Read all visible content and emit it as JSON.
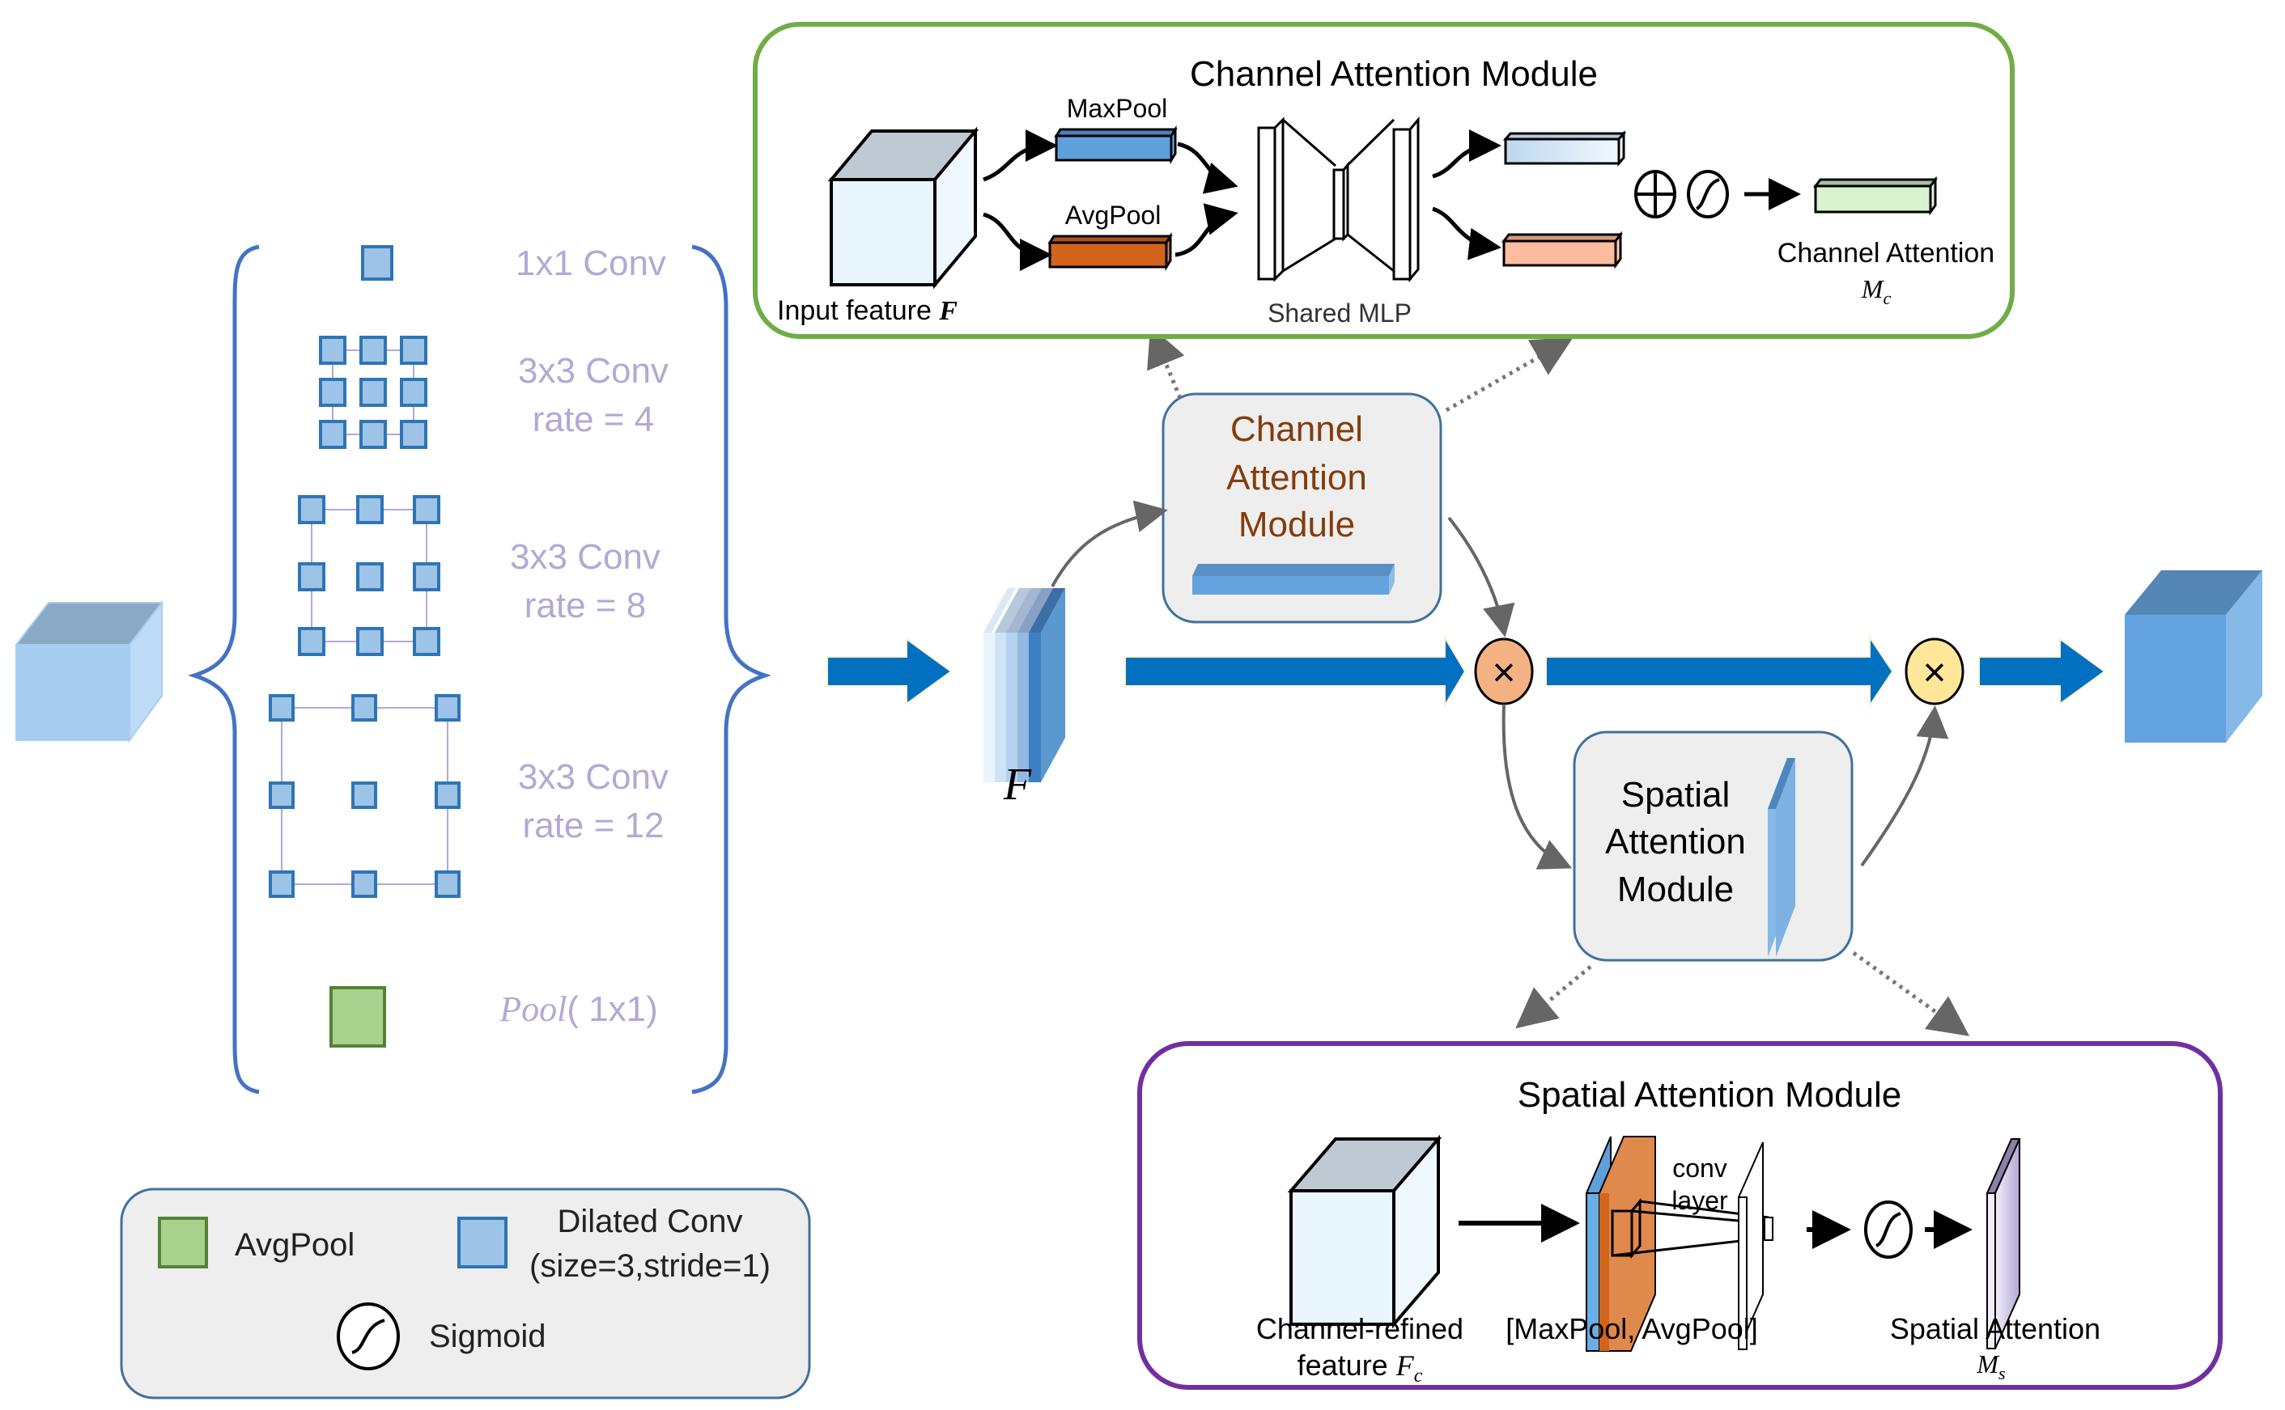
{
  "colors": {
    "main_arrow": "#0070c0",
    "brace": "#4472c4",
    "kernel_fill": "#9dc3e6",
    "kernel_stroke": "#2e75b6",
    "pool_fill": "#a9d18e",
    "pool_stroke": "#548235",
    "branch_label": "#b4a8d4",
    "cam_border": "#70ad47",
    "sam_border": "#7030a0",
    "cam_text": "#843c0c",
    "multiply_1": "#f4b183",
    "multiply_2": "#ffe699",
    "module_bg": "#eeeeee",
    "module_border": "#41719c"
  },
  "aspp": {
    "branches": [
      {
        "label_line1": "1x1 Conv",
        "label_line2": ""
      },
      {
        "label_line1": "3x3 Conv",
        "label_line2": "rate = 4"
      },
      {
        "label_line1": "3x3 Conv",
        "label_line2": "rate = 8"
      },
      {
        "label_line1": "3x3 Conv",
        "label_line2": "rate = 12"
      },
      {
        "label_line1_italic": "Pool",
        "label_line1_rest": "( 1x1)"
      }
    ]
  },
  "legend": {
    "items": [
      {
        "label": "AvgPool",
        "icon": "green-square-icon"
      },
      {
        "label_line1": "Dilated Conv",
        "label_line2": "(size=3,stride=1)",
        "icon": "blue-square-icon"
      },
      {
        "label": "Sigmoid",
        "icon": "sigmoid-icon"
      }
    ]
  },
  "main_flow": {
    "feature_label": "F",
    "cam_block_label": [
      "Channel",
      "Attention",
      "Module"
    ],
    "sam_block_label": [
      "Spatial",
      "Attention",
      "Module"
    ],
    "multiply_symbol": "×"
  },
  "cam_detail": {
    "title": "Channel Attention Module",
    "maxpool": "MaxPool",
    "avgpool": "AvgPool",
    "input_label": "Input feature ",
    "input_symbol": "F",
    "shared_mlp": "Shared MLP",
    "output_label": "Channel Attention",
    "output_symbol": "M",
    "output_sub": "c",
    "plus_symbol": "+"
  },
  "sam_detail": {
    "title": "Spatial Attention Module",
    "conv_line1": "conv",
    "conv_line2": "layer",
    "input_line1": "Channel-refined",
    "input_line2": "feature ",
    "input_symbol": "F",
    "input_sub": "c",
    "pool_label": "[MaxPool, AvgPool]",
    "output_label": "Spatial Attention",
    "output_symbol": "M",
    "output_sub": "s"
  }
}
